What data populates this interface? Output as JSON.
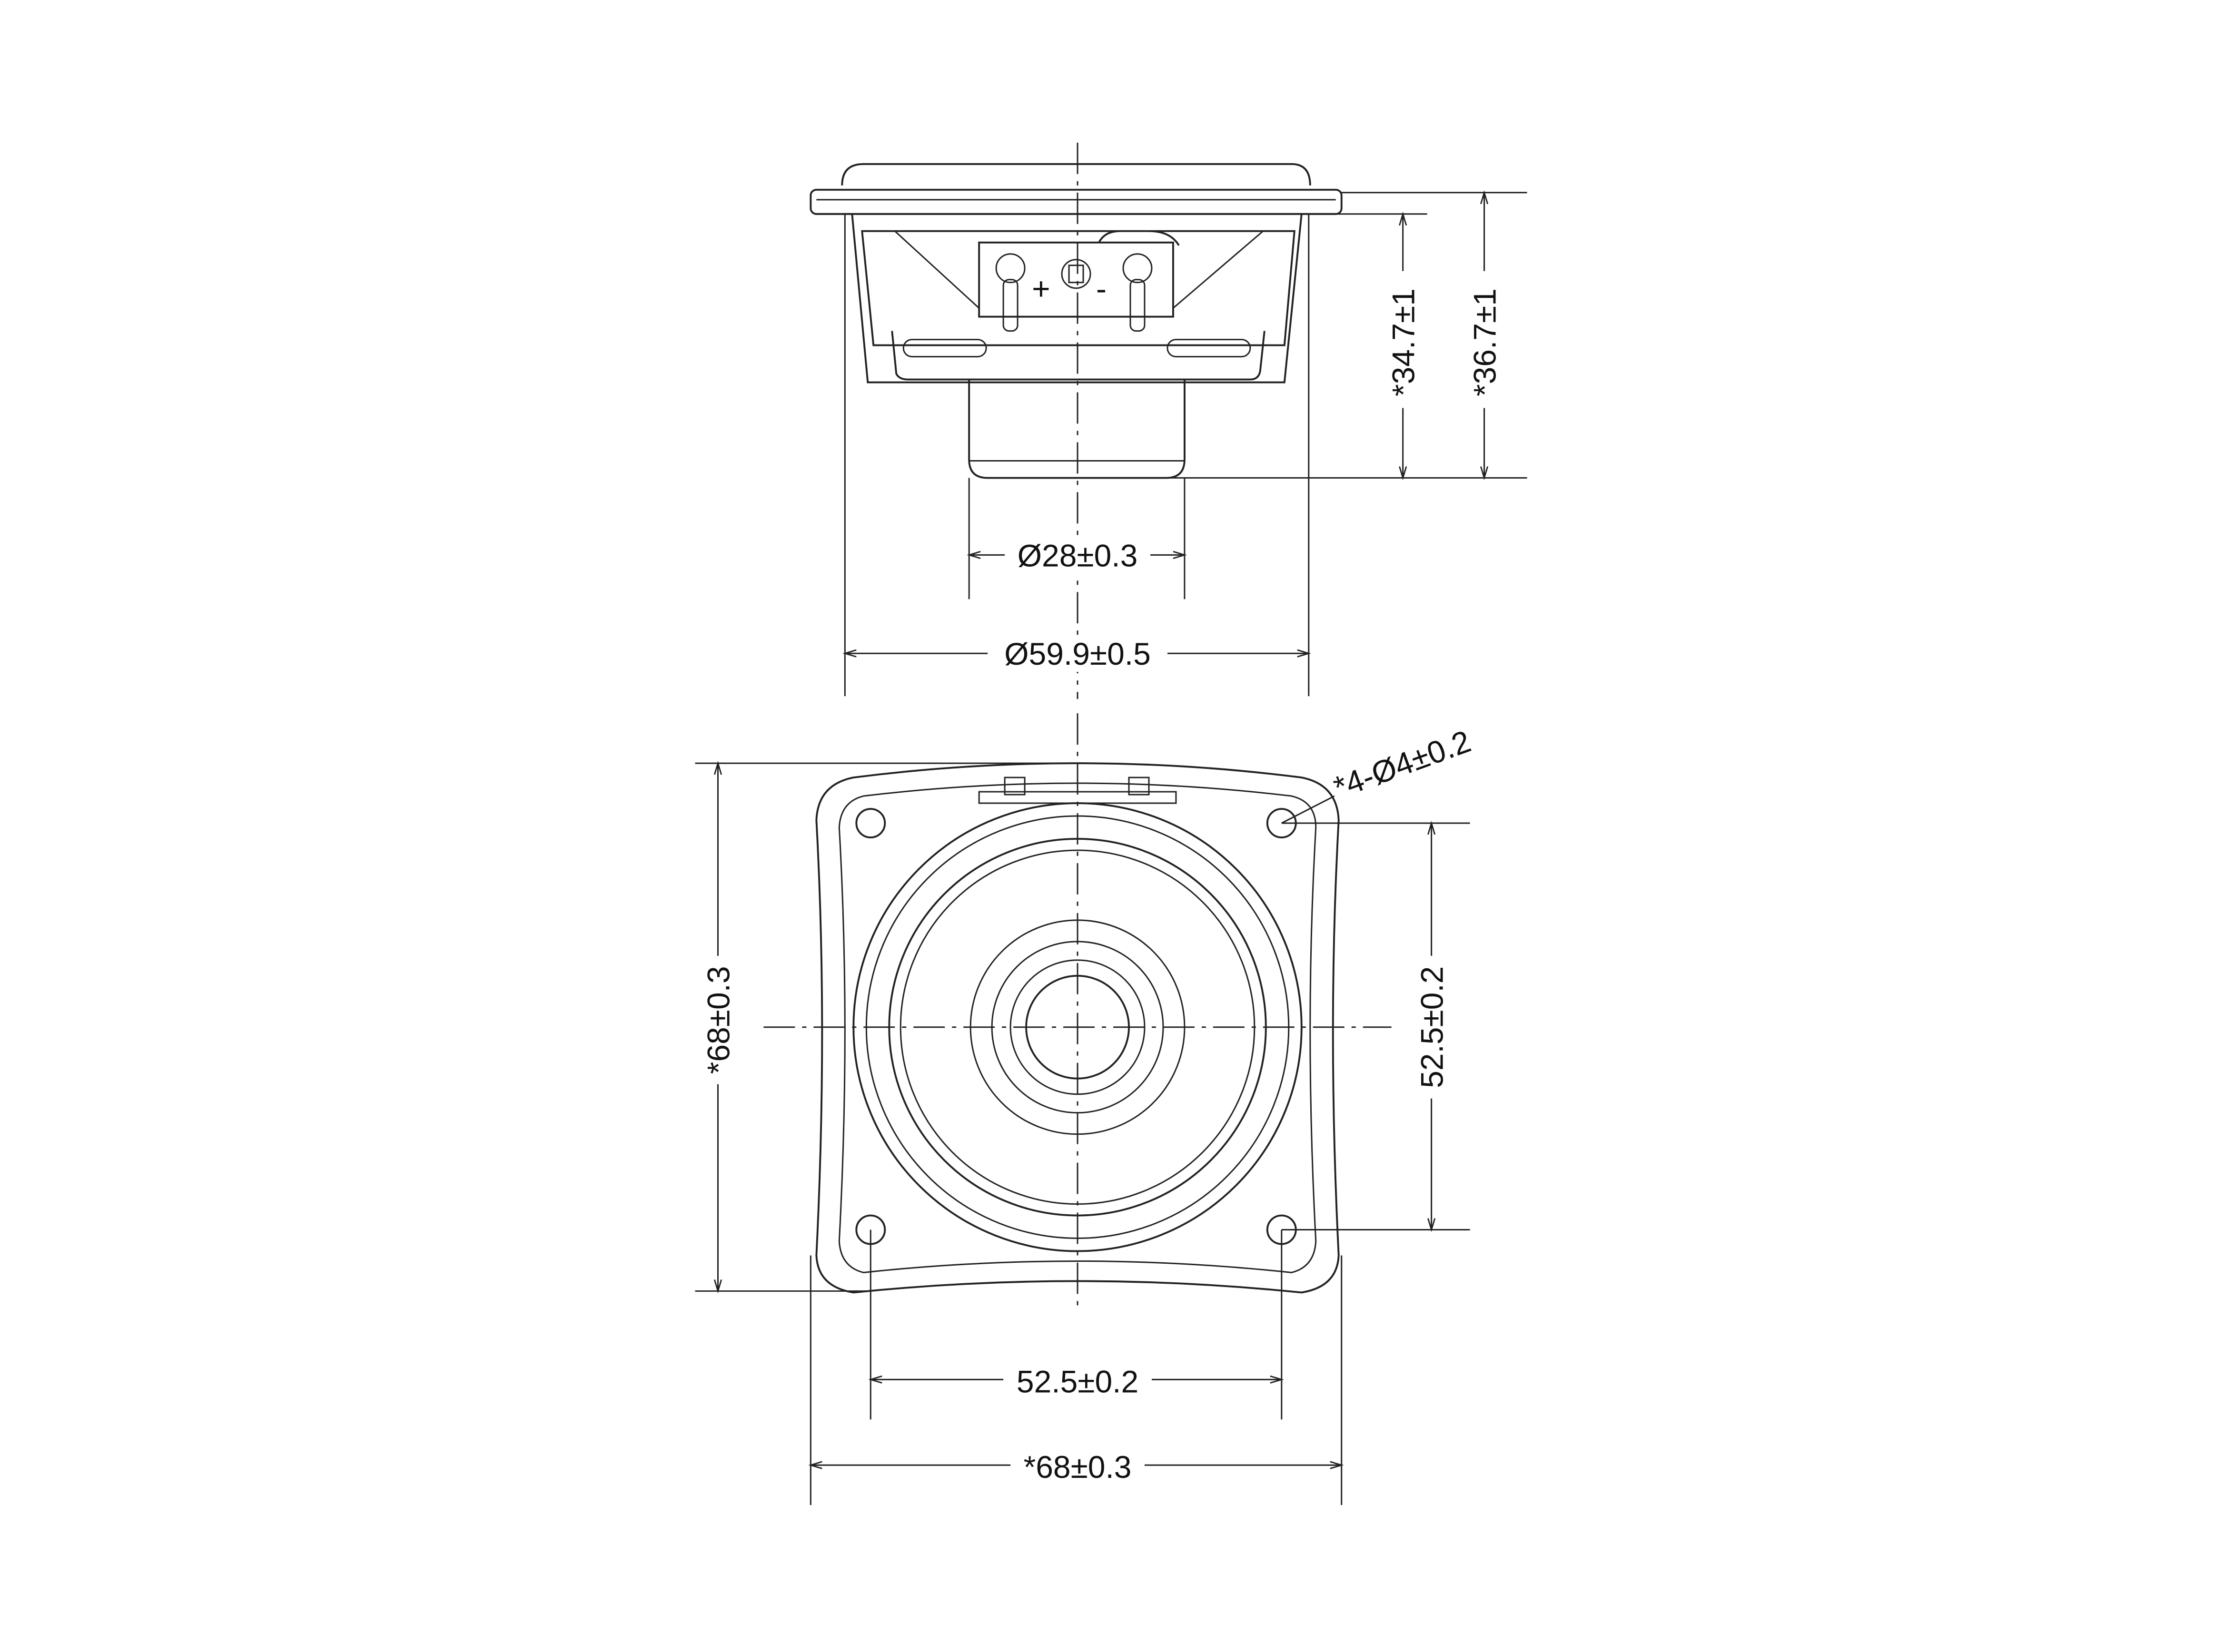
{
  "side_view": {
    "terminal_plus": "+",
    "terminal_minus": "-",
    "dim_depth_inner": "*34.7±1",
    "dim_depth_total": "*36.7±1",
    "dim_magnet_dia": "Ø28±0.3",
    "dim_frame_dia": "Ø59.9±0.5"
  },
  "front_view": {
    "dim_holes": "*4-Ø4±0.2",
    "dim_height": "*68±0.3",
    "dim_hole_spacing_vertical": "52.5±0.2",
    "dim_hole_spacing_horizontal": "52.5±0.2",
    "dim_width": "*68±0.3"
  }
}
